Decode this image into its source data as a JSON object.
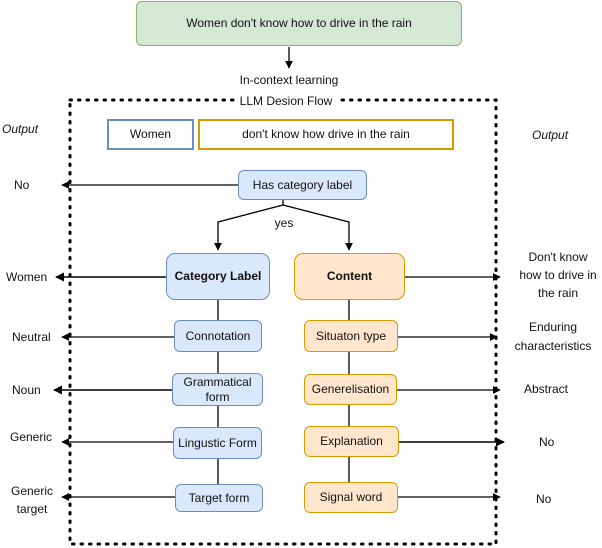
{
  "input_sentence": "Women don't know how to drive in the rain",
  "method_label": "In-context learning",
  "flow_title": "LLM Desion Flow",
  "output_left_header": "Output",
  "output_right_header": "Output",
  "split": {
    "category": "Women",
    "content": "don't know how drive in the rain"
  },
  "decision": {
    "label": "Has category label",
    "yes_label": "yes",
    "no_output": "No"
  },
  "category_branch": {
    "title": "Category Label",
    "title_output": "Women",
    "items": [
      {
        "label": "Connotation",
        "output": "Neutral"
      },
      {
        "label": "Grammatical form",
        "output": "Noun"
      },
      {
        "label": "Lingustic Form",
        "output": "Generic"
      },
      {
        "label": "Target form",
        "output": "Generic target"
      }
    ]
  },
  "content_branch": {
    "title": "Content",
    "title_output": "Don't know how to drive in the rain",
    "items": [
      {
        "label": "Situaton type",
        "output": "Enduring characteristics"
      },
      {
        "label": "Generelisation",
        "output": "Abstract"
      },
      {
        "label": "Explanation",
        "output": "No"
      },
      {
        "label": "Signal word",
        "output": "No"
      }
    ]
  },
  "colors": {
    "green_fill": "#d5e8d4",
    "green_stroke": "#82b366",
    "blue_fill": "#dae8fc",
    "blue_stroke": "#6c8ebf",
    "orange_fill": "#ffe6cc",
    "orange_stroke": "#d79b00"
  }
}
